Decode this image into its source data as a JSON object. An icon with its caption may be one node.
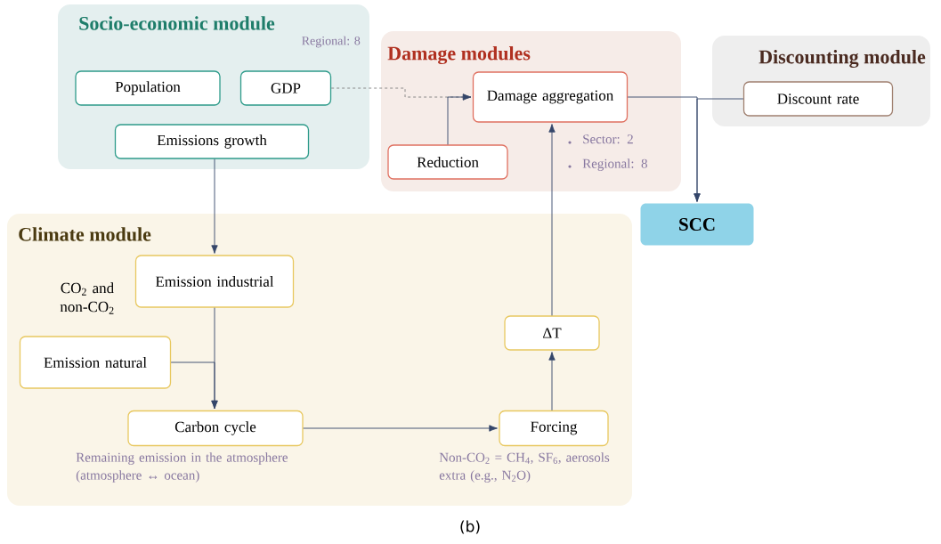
{
  "diagram": {
    "caption": "(b)",
    "nodes": [
      {
        "text": [
          "Socio-economic module",
          "Regional: 8"
        ]
      },
      {
        "text": [
          "Population"
        ],
        "in": 0
      },
      {
        "text": [
          "GDP"
        ],
        "in": 0
      },
      {
        "text": [
          "Emissions growth"
        ],
        "in": 0
      },
      {
        "text": [
          "Damage modules",
          "Sector: 2",
          "Regional: 8"
        ]
      },
      {
        "text": [
          "Damage aggregation"
        ],
        "in": 4
      },
      {
        "text": [
          "Reduction"
        ],
        "in": 4
      },
      {
        "text": [
          "Discounting module"
        ]
      },
      {
        "text": [
          "Discount rate"
        ],
        "in": 7
      },
      {
        "text": [
          "SCC"
        ]
      },
      {
        "text": [
          "Climate module"
        ]
      },
      {
        "text": [
          "Emission industrial"
        ],
        "in": 10
      },
      {
        "text": [
          "Emission natural"
        ],
        "in": 10
      },
      {
        "text": [
          "Carbon cycle"
        ],
        "in": 10,
        "beside": [
          "Remaining emission in the atmosphere (atmosphere ↔ ocean)"
        ]
      },
      {
        "text": [
          "ΔT"
        ],
        "in": 10
      },
      {
        "text": [
          "Forcing"
        ],
        "in": 10,
        "beside": [
          "Non-CO$_{2}$ = CH$_{4}$, SF$_{6}$, aerosols extra (e.g., N$_{2}$O)"
        ]
      }
    ],
    "edges": [
      {
        "from": 2,
        "to": 5,
        "arrow": "to",
        "style": "dashed"
      },
      {
        "from": 6,
        "to": 5,
        "arrow": "to"
      },
      {
        "from": 3,
        "to": 11,
        "arrow": "to"
      },
      {
        "from": 11,
        "to": 13,
        "arrow": "to"
      },
      {
        "from": 12,
        "to": 13,
        "arrow": "to"
      },
      {
        "from": 13,
        "to": 15,
        "arrow": "to"
      },
      {
        "from": 15,
        "to": 14,
        "arrow": "to"
      },
      {
        "from": 14,
        "to": 5,
        "arrow": "to"
      },
      {
        "from": 5,
        "to": 9,
        "arrow": "to"
      },
      {
        "from": 8,
        "to": 9,
        "arrow": "to"
      }
    ],
    "labels": [
      "CO$_{2}$ and non-CO$_{2}$"
    ]
  }
}
